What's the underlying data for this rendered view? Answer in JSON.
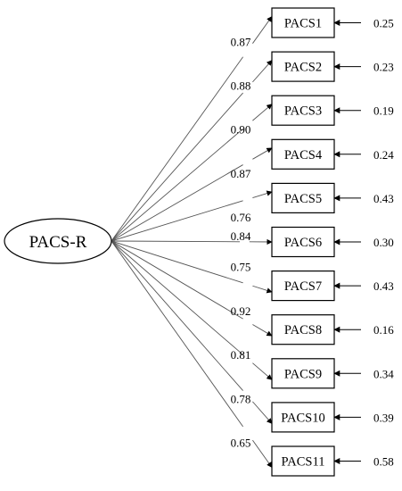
{
  "latent": {
    "label": "PACS-R"
  },
  "indicators": [
    {
      "label": "PACS1",
      "loading": "0.87",
      "error": "0.25"
    },
    {
      "label": "PACS2",
      "loading": "0.88",
      "error": "0.23"
    },
    {
      "label": "PACS3",
      "loading": "0.90",
      "error": "0.19"
    },
    {
      "label": "PACS4",
      "loading": "0.87",
      "error": "0.24"
    },
    {
      "label": "PACS5",
      "loading": "0.76",
      "error": "0.43"
    },
    {
      "label": "PACS6",
      "loading": "0.84",
      "error": "0.30"
    },
    {
      "label": "PACS7",
      "loading": "0.75",
      "error": "0.43"
    },
    {
      "label": "PACS8",
      "loading": "0.92",
      "error": "0.16"
    },
    {
      "label": "PACS9",
      "loading": "0.81",
      "error": "0.34"
    },
    {
      "label": "PACS10",
      "loading": "0.78",
      "error": "0.39"
    },
    {
      "label": "PACS11",
      "loading": "0.65",
      "error": "0.58"
    }
  ]
}
